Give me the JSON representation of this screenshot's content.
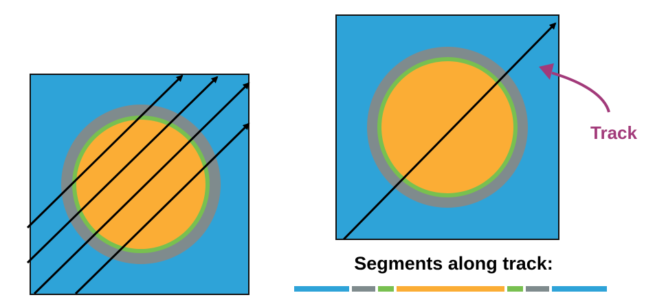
{
  "colors": {
    "moderator": "#2ea3d8",
    "clad": "#7f8b8d",
    "gap": "#78c050",
    "fuel": "#fbad35",
    "arrow": "#000000",
    "annotation": "#a23a7a",
    "border": "#111111"
  },
  "labels": {
    "track": "Track",
    "segments_title": "Segments along track:"
  },
  "segments": [
    {
      "region": "moderator",
      "length": 80
    },
    {
      "region": "clad",
      "length": 34
    },
    {
      "region": "gap",
      "length": 23
    },
    {
      "region": "fuel",
      "length": 157
    },
    {
      "region": "gap",
      "length": 23
    },
    {
      "region": "clad",
      "length": 34
    },
    {
      "region": "moderator",
      "length": 80
    }
  ]
}
